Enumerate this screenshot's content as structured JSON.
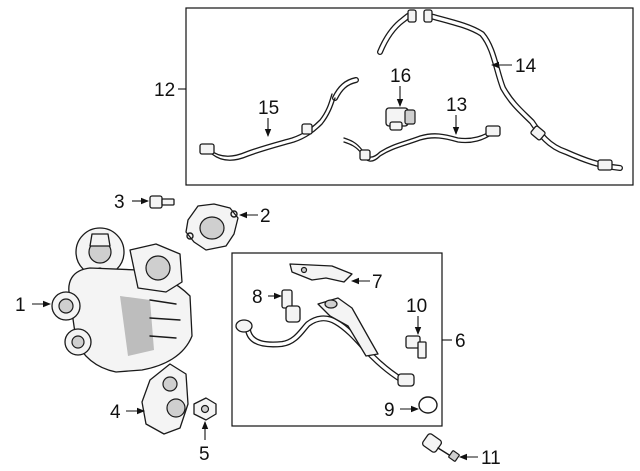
{
  "callouts": {
    "c1": "1",
    "c2": "2",
    "c3": "3",
    "c4": "4",
    "c5": "5",
    "c6": "6",
    "c7": "7",
    "c8": "8",
    "c9": "9",
    "c10": "10",
    "c11": "11",
    "c12": "12",
    "c13": "13",
    "c14": "14",
    "c15": "15",
    "c16": "16"
  },
  "colors": {
    "line": "#1a1a1a",
    "background": "#ffffff",
    "shade": "#bdbdbd"
  }
}
